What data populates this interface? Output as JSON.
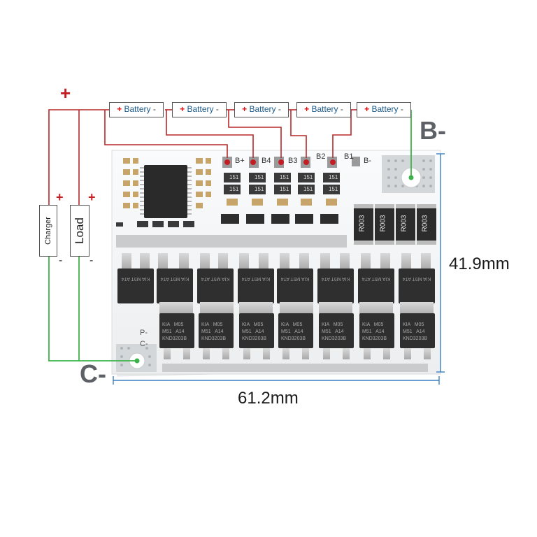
{
  "wiring": {
    "plus_main": "+",
    "batteries": [
      {
        "plus": "+",
        "name": "Battery",
        "minus": "-"
      },
      {
        "plus": "+",
        "name": "Battery",
        "minus": "-"
      },
      {
        "plus": "+",
        "name": "Battery",
        "minus": "-"
      },
      {
        "plus": "+",
        "name": "Battery",
        "minus": "-"
      },
      {
        "plus": "+",
        "name": "Battery",
        "minus": "-"
      }
    ],
    "charger": {
      "label": "Charger",
      "plus": "+",
      "minus": "-"
    },
    "load": {
      "label": "Load",
      "plus": "+",
      "minus": "-"
    },
    "b_minus_label": "B-",
    "c_minus_label": "C-"
  },
  "board": {
    "pads": [
      "B+",
      "B4",
      "B3",
      "B2",
      "B1",
      "B-"
    ],
    "side_labels": [
      "P-",
      "C-"
    ],
    "resistor_code": "R003",
    "resistor_count": 4,
    "smd_code": "151",
    "mosfet_top_text": [
      "KIA",
      "M5T",
      "AT4"
    ],
    "mosfet_bottom_text": [
      "KIA",
      "M05",
      "M51",
      "A14",
      "KND3203B"
    ]
  },
  "dimensions": {
    "height": "41.9mm",
    "width": "61.2mm"
  },
  "colors": {
    "wire_red": "#b8282a",
    "wire_green": "#3cb34a",
    "dimension_blue": "#3a7fc0",
    "board_white": "#f4f5f6"
  }
}
